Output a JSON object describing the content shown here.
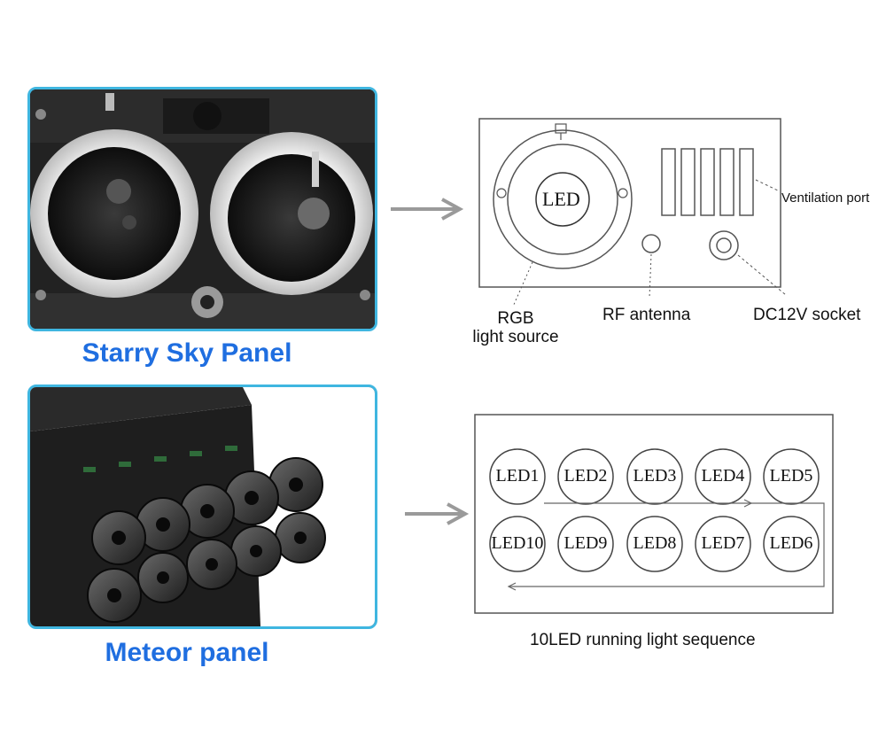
{
  "starry": {
    "caption": "Starry Sky Panel",
    "diagram": {
      "led_label": "LED",
      "ventilation_label": "Ventilation port",
      "rgb_label_line1": "RGB",
      "rgb_label_line2": "light source",
      "rf_label": "RF antenna",
      "dc_label": "DC12V socket"
    }
  },
  "meteor": {
    "caption": "Meteor panel",
    "diagram": {
      "leds_top": [
        "LED1",
        "LED2",
        "LED3",
        "LED4",
        "LED5"
      ],
      "leds_bottom": [
        "LED10",
        "LED9",
        "LED8",
        "LED7",
        "LED6"
      ],
      "sequence_label": "10LED running light sequence"
    }
  },
  "colors": {
    "photo_border": "#3fb6e0",
    "caption": "#1f6ee0",
    "arrow": "#9a9a9a",
    "line": "#555555"
  },
  "icons": [
    "arrow-right-icon",
    "arrow-right-icon"
  ]
}
